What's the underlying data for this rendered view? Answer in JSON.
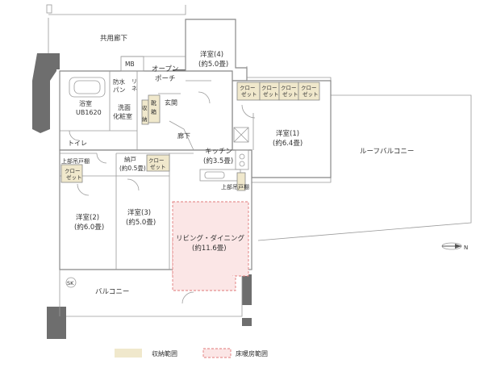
{
  "rooms": {
    "common_corridor": "共用廊下",
    "mb": "MB",
    "open_porch": [
      "オープン",
      "ポーチ"
    ],
    "western4": [
      "洋室(4)",
      "(約5.0畳)"
    ],
    "bathroom": [
      "浴室",
      "UB1620"
    ],
    "waterproof_pan": [
      "防水",
      "パン"
    ],
    "washroom": [
      "洗面",
      "化粧室"
    ],
    "entrance": "玄関",
    "shoe_cabinet": [
      "靴",
      "箱"
    ],
    "storage_shelf": [
      "収",
      "納"
    ],
    "linen": [
      "リ",
      "ネ"
    ],
    "hallway": "廊下",
    "western1": [
      "洋室(1)",
      "(約6.4畳)"
    ],
    "kitchen": [
      "キッチン",
      "(約3.5畳)"
    ],
    "roof_balcony": "ルーフバルコニー",
    "toilet": "トイレ",
    "upper_cabinet_left": "上部吊戸棚",
    "upper_cabinet_right": "上部吊戸棚",
    "closet_pantry": [
      "納戸",
      "(約0.5畳)"
    ],
    "western2": [
      "洋室(2)",
      "(約6.0畳)"
    ],
    "western3": [
      "洋室(3)",
      "(約5.0畳)"
    ],
    "living_dining": [
      "リビング・ダイニング",
      "(約11.6畳)"
    ],
    "balcony": "バルコニー",
    "sk": "SK"
  },
  "closet_label": [
    "クロー",
    "ゼット"
  ],
  "compass": "N",
  "legend": {
    "storage": "収納範囲",
    "floor_heating": "床暖房範囲"
  },
  "colors": {
    "storage_fill": "#f0e8cc",
    "heating_fill": "#fbe6e6",
    "heating_stroke": "#e07a7a",
    "wall_dark": "#6e6e6e"
  }
}
